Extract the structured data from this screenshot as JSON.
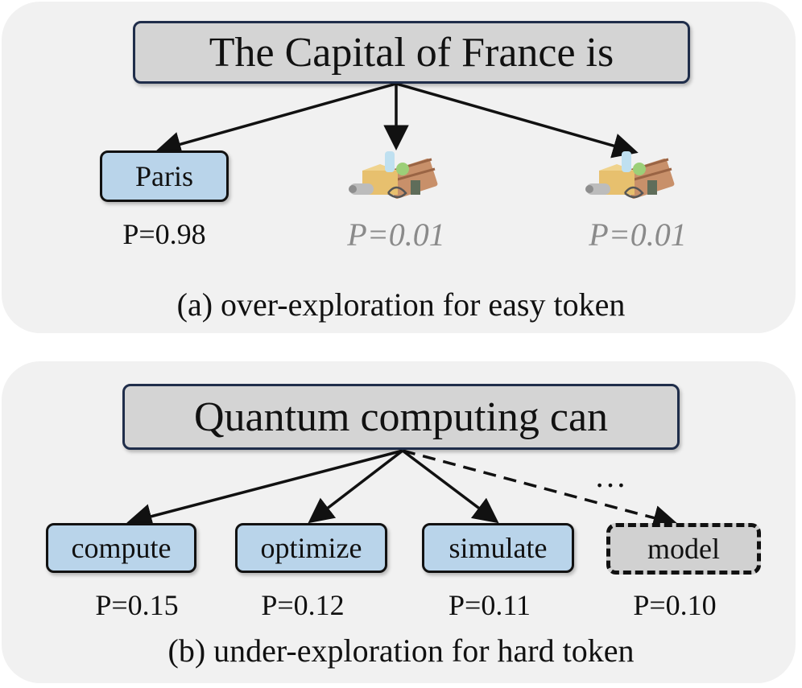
{
  "panel_a": {
    "prompt": "The Capital of France is",
    "tokens": [
      {
        "label": "Paris",
        "prob": "P=0.98"
      },
      {
        "icon": "junk-pile-icon",
        "prob": "P=0.01"
      },
      {
        "icon": "junk-pile-icon",
        "prob": "P=0.01"
      }
    ],
    "caption": "(a) over-exploration for easy token"
  },
  "panel_b": {
    "prompt": "Quantum computing can",
    "tokens": [
      {
        "label": "compute",
        "prob": "P=0.15"
      },
      {
        "label": "optimize",
        "prob": "P=0.12"
      },
      {
        "label": "simulate",
        "prob": "P=0.11"
      },
      {
        "label": "model",
        "prob": "P=0.10"
      }
    ],
    "ellipsis": "…",
    "caption": "(b) under-exploration for hard token"
  },
  "colors": {
    "panel_bg": "#f1f1f1",
    "prompt_box": "#d4d4d4",
    "prompt_border": "#1f2d4a",
    "token_box": "#b9d4ea",
    "faded_prob": "#8a8a8a"
  }
}
